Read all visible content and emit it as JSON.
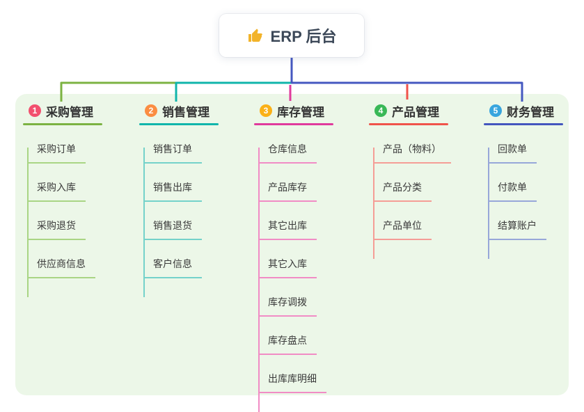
{
  "root": {
    "label": "ERP 后台",
    "icon": "thumbs-up"
  },
  "branches": [
    {
      "index": "1",
      "title": "采购管理",
      "line_color": "#7cb342",
      "child_line_color": "#a9d584",
      "badge_color": "#f2506e",
      "children": [
        "采购订单",
        "采购入库",
        "采购退货",
        "供应商信息"
      ]
    },
    {
      "index": "2",
      "title": "销售管理",
      "line_color": "#10b5ab",
      "child_line_color": "#74d2ca",
      "badge_color": "#fb8d42",
      "children": [
        "销售订单",
        "销售出库",
        "销售退货",
        "客户信息"
      ]
    },
    {
      "index": "3",
      "title": "库存管理",
      "line_color": "#e03a9c",
      "child_line_color": "#f18cc5",
      "badge_color": "#fbb117",
      "children": [
        "仓库信息",
        "产品库存",
        "其它出库",
        "其它入库",
        "库存调拨",
        "库存盘点",
        "出库库明细"
      ]
    },
    {
      "index": "4",
      "title": "产品管理",
      "line_color": "#f0534b",
      "child_line_color": "#f59d96",
      "badge_color": "#39b857",
      "children": [
        "产品（物料）",
        "产品分类",
        "产品单位"
      ]
    },
    {
      "index": "5",
      "title": "财务管理",
      "line_color": "#4356be",
      "child_line_color": "#97a7d9",
      "badge_color": "#38a5de",
      "children": [
        "回款单",
        "付款单",
        "结算账户"
      ]
    }
  ],
  "colors": {
    "page_bg": "#ffffff",
    "canvas_bg": "#ecf7e8",
    "root_connector": "#4558c0",
    "root_text": "#3c4858",
    "node_text": "#3a3a3a",
    "thumb_icon": "#f2b32a"
  }
}
